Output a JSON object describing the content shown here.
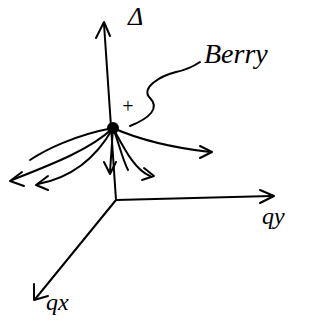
{
  "diagram": {
    "labels": [
      "Δ",
      "+",
      "Berry",
      "qx",
      "qy"
    ]
  }
}
